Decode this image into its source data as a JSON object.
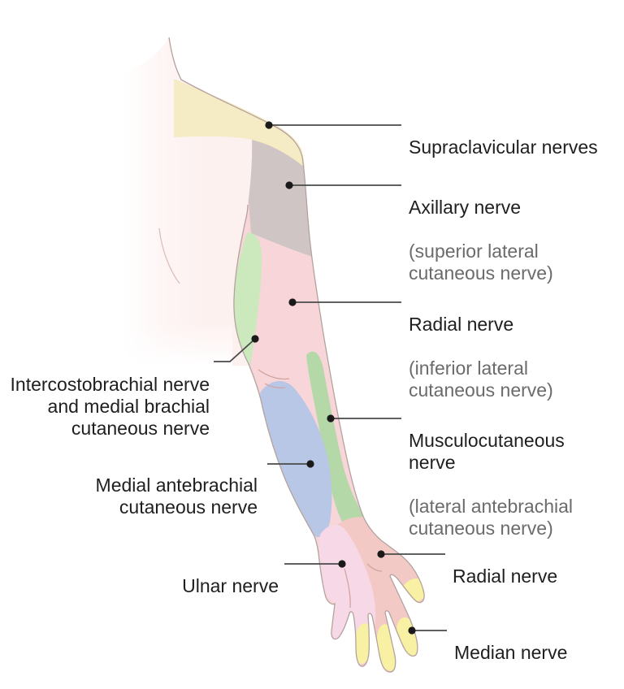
{
  "figure": {
    "subject": "Cutaneous innervation of the upper limb",
    "view": "anterior arm with shoulder, forearm and hand"
  },
  "colors": {
    "supraclavicular": "#f5ecc6",
    "axillary": "#cfc5c4",
    "radial_upper": "#f7d5d8",
    "intercostobrachial": "#cbe9bd",
    "musculocutaneous": "#b5d8a8",
    "medial_antebrachial": "#b8c7e6",
    "ulnar": "#f7d8e6",
    "radial_hand": "#f3c9c6",
    "median": "#f8f0a2",
    "skin": "#fdf1f0",
    "outline": "#b3a29e",
    "crease": "#cfa4a2",
    "leader_line": "#4a4a4a",
    "dot": "#1a1a1a",
    "label_text": "#1f1f1f",
    "sublabel_text": "#6b6b6b"
  },
  "labels": {
    "supraclavicular": {
      "title": "Supraclavicular nerves"
    },
    "axillary": {
      "title": "Axillary nerve",
      "subtitle": "(superior lateral\ncutaneous nerve)"
    },
    "radial_upper": {
      "title": "Radial nerve",
      "subtitle": "(inferior lateral\ncutaneous nerve)"
    },
    "intercostobrachial": {
      "title": "Intercostobrachial nerve\nand medial brachial\ncutaneous nerve"
    },
    "musculocutaneous": {
      "title": "Musculocutaneous\nnerve",
      "subtitle": "(lateral antebrachial\ncutaneous nerve)"
    },
    "medial_antebrachial": {
      "title": "Medial antebrachial\ncutaneous nerve"
    },
    "ulnar": {
      "title": "Ulnar nerve"
    },
    "radial_hand": {
      "title": "Radial nerve"
    },
    "median": {
      "title": "Median nerve"
    }
  }
}
